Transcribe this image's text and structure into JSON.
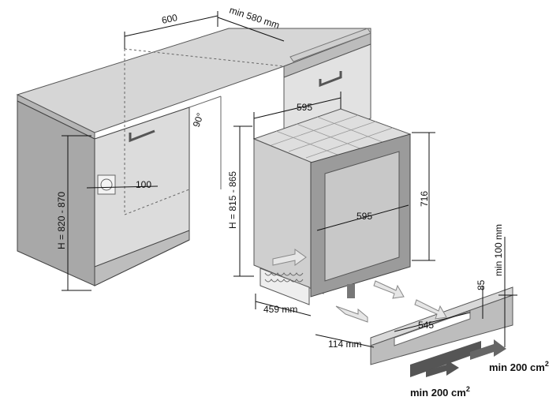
{
  "dimensions": {
    "cabinet_width": "600",
    "min_depth": "min 580 mm",
    "angle": "90°",
    "cabinet_height_range": "H = 820 - 870",
    "socket_offset": "100",
    "appliance_width_top": "595",
    "niche_height_range": "H = 815 - 865",
    "appliance_height": "716",
    "door_width": "595",
    "appliance_depth": "459 mm",
    "plinth_offset": "114 mm",
    "plinth_width": "545",
    "plinth_height": "85",
    "plinth_min_clearance": "min 100 mm"
  },
  "ventilation": {
    "min_area_1": "min 200 cm",
    "min_area_2": "min 200 cm",
    "superscript": "2"
  },
  "colors": {
    "panel_top": "#d3d3d3",
    "panel_side": "#a9a9a9",
    "door_frame": "#9b9b9b",
    "glass": "#c8c8c8",
    "arrow_fill": "#e6e6e6"
  }
}
